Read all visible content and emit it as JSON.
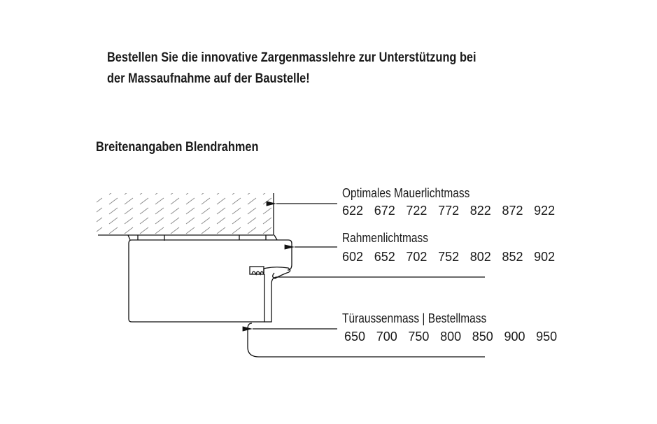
{
  "intro": {
    "line1": "Bestellen Sie die innovative Zargenmasslehre zur Unterstützung bei",
    "line2": "der Massaufnahme auf der Baustelle!"
  },
  "heading": "Breitenangaben Blendrahmen",
  "dimensions": [
    {
      "label": "Optimales Mauerlichtmass",
      "values": [
        "622",
        "672",
        "722",
        "772",
        "822",
        "872",
        "922"
      ]
    },
    {
      "label": "Rahmenlichtmass",
      "values": [
        "602",
        "652",
        "702",
        "752",
        "802",
        "852",
        "902"
      ]
    },
    {
      "label": "Türaussenmass | Bestellmass",
      "values": [
        "650",
        "700",
        "750",
        "800",
        "850",
        "900",
        "950"
      ]
    }
  ]
}
